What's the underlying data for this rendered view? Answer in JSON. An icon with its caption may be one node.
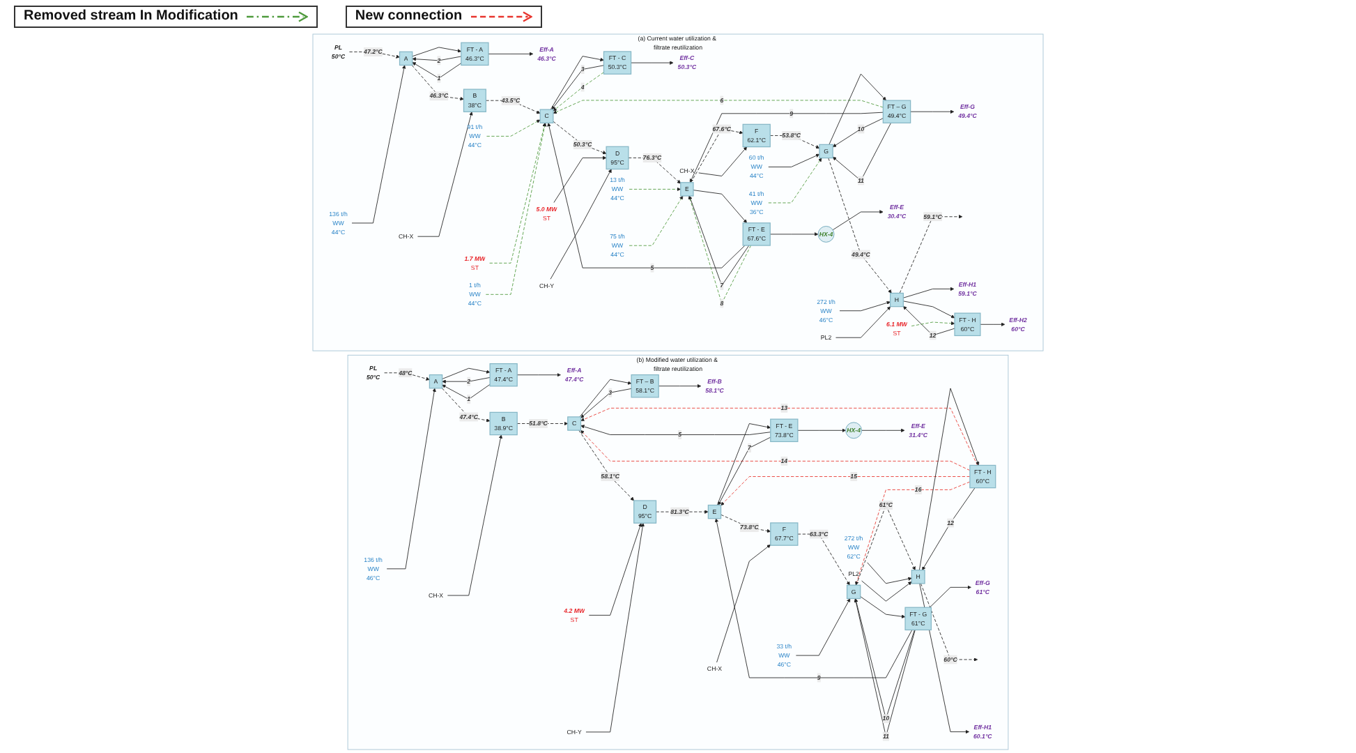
{
  "diagram": {
    "nodes": [
      {
        "text": [
          "(a) Current water utilization & filtrate reutilization"
        ]
      },
      {
        "text": [
          "PL"
        ],
        "beside": [
          "50°C"
        ],
        "in": 0
      },
      {
        "text": [
          "136 t/h",
          "WW",
          "44°C"
        ],
        "in": 0
      },
      {
        "text": [
          "A"
        ],
        "in": 0
      },
      {
        "text": [
          "FT - A",
          "46.3°C"
        ],
        "in": 0
      },
      {
        "text": [
          "Eff-A",
          "46.3°C"
        ],
        "in": 0
      },
      {
        "text": [
          "CH-X"
        ],
        "in": 0
      },
      {
        "text": [
          "B",
          "38°C"
        ],
        "in": 0
      },
      {
        "text": [
          "91 t/h",
          "WW",
          "44°C"
        ],
        "in": 0
      },
      {
        "text": [
          "1.7 MW",
          "ST"
        ],
        "in": 0
      },
      {
        "text": [
          "1 t/h",
          "WW",
          "44°C"
        ],
        "in": 0
      },
      {
        "text": [
          "C"
        ],
        "in": 0
      },
      {
        "text": [
          "FT - C",
          "50.3°C"
        ],
        "in": 0
      },
      {
        "text": [
          "Eff-C",
          "50.3°C"
        ],
        "in": 0
      },
      {
        "text": [
          "5.0 MW",
          "ST"
        ],
        "in": 0
      },
      {
        "text": [
          "CH-Y"
        ],
        "in": 0
      },
      {
        "text": [
          "D",
          "95°C"
        ],
        "in": 0
      },
      {
        "text": [
          "13 t/h",
          "WW",
          "44°C"
        ],
        "in": 0
      },
      {
        "text": [
          "75 t/h",
          "WW",
          "44°C"
        ],
        "in": 0
      },
      {
        "text": [
          "E"
        ],
        "in": 0
      },
      {
        "text": [
          "FT - E",
          "67.6°C"
        ],
        "in": 0
      },
      {
        "text": [
          "HX-4"
        ],
        "in": 0
      },
      {
        "text": [
          "Eff-E",
          "30.4°C"
        ],
        "in": 0
      },
      {
        "text": [
          "CH-X"
        ],
        "in": 0
      },
      {
        "text": [
          "F",
          "62.1°C"
        ],
        "in": 0
      },
      {
        "text": [
          "60 t/h",
          "WW",
          "44°C"
        ],
        "in": 0
      },
      {
        "text": [
          "41 t/h",
          "WW",
          "36°C"
        ],
        "in": 0
      },
      {
        "text": [
          "G"
        ],
        "in": 0
      },
      {
        "text": [
          "FT – G",
          "49.4°C"
        ],
        "in": 0
      },
      {
        "text": [
          "Eff-G",
          "49.4°C"
        ],
        "in": 0
      },
      {
        "text": [
          "272 t/h",
          "WW",
          "46°C"
        ],
        "in": 0
      },
      {
        "text": [
          "PL2"
        ],
        "in": 0
      },
      {
        "text": [
          "H"
        ],
        "in": 0
      },
      {
        "text": [
          "Eff-H1",
          "59.1°C"
        ],
        "in": 0
      },
      {
        "text": [
          "6.1 MW",
          "ST"
        ],
        "in": 0
      },
      {
        "text": [
          "FT - H",
          "60°C"
        ],
        "in": 0
      },
      {
        "text": [
          "Eff-H2",
          "60°C"
        ],
        "in": 0
      },
      {
        "text": [
          "(b) Modified water utilization & filtrate reutilization"
        ]
      },
      {
        "text": [
          "PL"
        ],
        "beside": [
          "50°C"
        ],
        "in": 37
      },
      {
        "text": [
          "136 t/h",
          "WW",
          "46°C"
        ],
        "in": 37
      },
      {
        "text": [
          "A"
        ],
        "in": 37
      },
      {
        "text": [
          "FT - A",
          "47.4°C"
        ],
        "in": 37
      },
      {
        "text": [
          "Eff-A",
          "47.4°C"
        ],
        "in": 37
      },
      {
        "text": [
          "CH-X"
        ],
        "in": 37
      },
      {
        "text": [
          "B",
          "38.9°C"
        ],
        "in": 37
      },
      {
        "text": [
          "C"
        ],
        "in": 37
      },
      {
        "text": [
          "FT – B",
          "58.1°C"
        ],
        "in": 37
      },
      {
        "text": [
          "Eff-B",
          "58.1°C"
        ],
        "in": 37
      },
      {
        "text": [
          "4.2 MW",
          "ST"
        ],
        "in": 37
      },
      {
        "text": [
          "CH-Y"
        ],
        "in": 37
      },
      {
        "text": [
          "D",
          "95°C"
        ],
        "in": 37
      },
      {
        "text": [
          "E"
        ],
        "in": 37
      },
      {
        "text": [
          "FT - E",
          "73.8°C"
        ],
        "in": 37
      },
      {
        "text": [
          "HX-4"
        ],
        "in": 37
      },
      {
        "text": [
          "Eff-E",
          "31.4°C"
        ],
        "in": 37
      },
      {
        "text": [
          "CH-X"
        ],
        "in": 37
      },
      {
        "text": [
          "F",
          "67.7°C"
        ],
        "in": 37
      },
      {
        "text": [
          "33 t/h",
          "WW",
          "46°C"
        ],
        "in": 37
      },
      {
        "text": [
          "G"
        ],
        "in": 37
      },
      {
        "text": [
          "FT - G",
          "61°C"
        ],
        "in": 37
      },
      {
        "text": [
          "Eff-G",
          "61°C"
        ],
        "in": 37
      },
      {
        "text": [
          "272 t/h",
          "WW",
          "62°C"
        ],
        "in": 37
      },
      {
        "text": [
          "PL2"
        ],
        "in": 37
      },
      {
        "text": [
          "H"
        ],
        "in": 37
      },
      {
        "text": [
          "Eff-H1",
          "60.1°C"
        ],
        "in": 37
      },
      {
        "text": [
          "FT - H",
          "60°C"
        ],
        "in": 37
      }
    ],
    "edges": [
      {
        "from": 1,
        "to": 3,
        "arrow": "to",
        "label": "47.2°C",
        "style": "dashed"
      },
      {
        "from": 2,
        "to": 3,
        "arrow": "to"
      },
      {
        "from": 3,
        "to": 4,
        "arrow": "to"
      },
      {
        "from": 4,
        "to": 3,
        "arrow": "to",
        "label": "2"
      },
      {
        "from": 4,
        "to": 3,
        "arrow": "to",
        "label": "1"
      },
      {
        "from": 4,
        "to": 5,
        "arrow": "to"
      },
      {
        "from": 3,
        "to": 7,
        "arrow": "to",
        "label": "46.3°C",
        "style": "dashed"
      },
      {
        "from": 6,
        "to": 7,
        "arrow": "to"
      },
      {
        "from": 7,
        "to": 11,
        "arrow": "to",
        "label": "43.5°C",
        "style": "dashed"
      },
      {
        "from": 8,
        "to": 11,
        "arrow": "to",
        "style": "dashed",
        "color": "#4e9a3c"
      },
      {
        "from": 9,
        "to": 11,
        "arrow": "to",
        "style": "dashed",
        "color": "#4e9a3c"
      },
      {
        "from": 10,
        "to": 11,
        "arrow": "to",
        "style": "dashed",
        "color": "#4e9a3c"
      },
      {
        "from": 11,
        "to": 12,
        "arrow": "to"
      },
      {
        "from": 12,
        "to": 11,
        "arrow": "to",
        "label": "3"
      },
      {
        "from": 12,
        "to": 11,
        "arrow": "to",
        "label": "4",
        "style": "dashed",
        "color": "#4e9a3c"
      },
      {
        "from": 12,
        "to": 13,
        "arrow": "to"
      },
      {
        "from": 28,
        "to": 11,
        "arrow": "to",
        "label": "6",
        "style": "dashed",
        "color": "#4e9a3c"
      },
      {
        "from": 11,
        "to": 16,
        "arrow": "to",
        "label": "50.3°C",
        "style": "dashed"
      },
      {
        "from": 14,
        "to": 16,
        "arrow": "to"
      },
      {
        "from": 15,
        "to": 16,
        "arrow": "to"
      },
      {
        "from": 20,
        "to": 11,
        "arrow": "to",
        "label": "5"
      },
      {
        "from": 16,
        "to": 19,
        "arrow": "to",
        "label": "76.3°C",
        "style": "dashed"
      },
      {
        "from": 17,
        "to": 19,
        "arrow": "to",
        "style": "dashed",
        "color": "#4e9a3c"
      },
      {
        "from": 18,
        "to": 19,
        "arrow": "to",
        "style": "dashed",
        "color": "#4e9a3c"
      },
      {
        "from": 20,
        "to": 19,
        "arrow": "to",
        "label": "7"
      },
      {
        "from": 20,
        "to": 19,
        "arrow": "to",
        "label": "8",
        "style": "dashed",
        "color": "#4e9a3c"
      },
      {
        "from": 28,
        "to": 19,
        "arrow": "to",
        "label": "9"
      },
      {
        "from": 19,
        "to": 20,
        "arrow": "to"
      },
      {
        "from": 20,
        "to": 21,
        "arrow": "to"
      },
      {
        "from": 21,
        "to": 22,
        "arrow": "to"
      },
      {
        "from": 19,
        "to": 24,
        "arrow": "to",
        "label": "67.6°C",
        "style": "dashed"
      },
      {
        "from": 23,
        "to": 24,
        "arrow": "to"
      },
      {
        "from": 24,
        "to": 27,
        "arrow": "to",
        "label": "53.8°C",
        "style": "dashed"
      },
      {
        "from": 28,
        "to": 27,
        "arrow": "to",
        "label": "10"
      },
      {
        "from": 28,
        "to": 27,
        "arrow": "to",
        "label": "11"
      },
      {
        "from": 27,
        "to": 28,
        "arrow": "to"
      },
      {
        "from": 25,
        "to": 27,
        "arrow": "to"
      },
      {
        "from": 26,
        "to": 27,
        "arrow": "to",
        "style": "dashed",
        "color": "#4e9a3c"
      },
      {
        "from": 28,
        "to": 29,
        "arrow": "to"
      },
      {
        "from": 27,
        "to": 32,
        "arrow": "to",
        "label": "49.4°C",
        "style": "dashed"
      },
      {
        "from": 30,
        "to": 32,
        "arrow": "to"
      },
      {
        "from": 31,
        "to": 32,
        "arrow": "to"
      },
      {
        "from": 32,
        "to": null,
        "arrow": "to",
        "label": "59.1°C",
        "style": "dashed"
      },
      {
        "from": 32,
        "to": 33,
        "arrow": "to"
      },
      {
        "from": 32,
        "to": 35,
        "arrow": "to"
      },
      {
        "from": 35,
        "to": 32,
        "arrow": "to",
        "label": "12"
      },
      {
        "from": 34,
        "to": 35,
        "arrow": "to",
        "style": "dashed",
        "color": "#4e9a3c"
      },
      {
        "from": 35,
        "to": 36,
        "arrow": "to"
      },
      {
        "from": 38,
        "to": 40,
        "arrow": "to",
        "label": "48°C",
        "style": "dashed"
      },
      {
        "from": 39,
        "to": 40,
        "arrow": "to"
      },
      {
        "from": 40,
        "to": 41,
        "arrow": "to"
      },
      {
        "from": 41,
        "to": 40,
        "arrow": "to",
        "label": "2"
      },
      {
        "from": 41,
        "to": 40,
        "arrow": "to",
        "label": "1"
      },
      {
        "from": 41,
        "to": 42,
        "arrow": "to"
      },
      {
        "from": 40,
        "to": 44,
        "arrow": "to",
        "label": "47.4°C",
        "style": "dashed"
      },
      {
        "from": 43,
        "to": 44,
        "arrow": "to"
      },
      {
        "from": 44,
        "to": 45,
        "arrow": "to",
        "label": "51.8°C",
        "style": "dashed"
      },
      {
        "from": 45,
        "to": 46,
        "arrow": "to"
      },
      {
        "from": 46,
        "to": 45,
        "arrow": "to",
        "label": "3"
      },
      {
        "from": 46,
        "to": 47,
        "arrow": "to"
      },
      {
        "from": 65,
        "to": 45,
        "arrow": "to",
        "label": "13",
        "style": "dashed",
        "color": "#e8352e"
      },
      {
        "from": 65,
        "to": 45,
        "arrow": "to",
        "label": "14",
        "style": "dashed",
        "color": "#e8352e"
      },
      {
        "from": 45,
        "to": 50,
        "arrow": "to",
        "label": "58.1°C",
        "style": "dashed"
      },
      {
        "from": 48,
        "to": 50,
        "arrow": "to"
      },
      {
        "from": 49,
        "to": 50,
        "arrow": "to"
      },
      {
        "from": 52,
        "to": 45,
        "arrow": "to",
        "label": "5"
      },
      {
        "from": 50,
        "to": 51,
        "arrow": "to",
        "label": "81.3°C",
        "style": "dashed"
      },
      {
        "from": 52,
        "to": 51,
        "arrow": "to",
        "label": "7"
      },
      {
        "from": 65,
        "to": 51,
        "arrow": "to",
        "label": "15",
        "style": "dashed",
        "color": "#e8352e"
      },
      {
        "from": 59,
        "to": 51,
        "arrow": "to",
        "label": "9"
      },
      {
        "from": 51,
        "to": 52,
        "arrow": "to"
      },
      {
        "from": 52,
        "to": 53,
        "arrow": "to"
      },
      {
        "from": 53,
        "to": 54,
        "arrow": "to"
      },
      {
        "from": 51,
        "to": 56,
        "arrow": "to",
        "label": "73.8°C",
        "style": "dashed"
      },
      {
        "from": 55,
        "to": 56,
        "arrow": "to"
      },
      {
        "from": 56,
        "to": 58,
        "arrow": "to",
        "label": "63.3°C",
        "style": "dashed"
      },
      {
        "from": 59,
        "to": 58,
        "arrow": "to",
        "label": "10"
      },
      {
        "from": 59,
        "to": 58,
        "arrow": "to",
        "label": "11"
      },
      {
        "from": 58,
        "to": 59,
        "arrow": "to"
      },
      {
        "from": 57,
        "to": 58,
        "arrow": "to"
      },
      {
        "from": 65,
        "to": 58,
        "arrow": "to",
        "label": "16",
        "style": "dashed",
        "color": "#e8352e"
      },
      {
        "from": 59,
        "to": 60,
        "arrow": "to"
      },
      {
        "from": 58,
        "to": 63,
        "arrow": "to",
        "label": "61°C",
        "style": "dashed"
      },
      {
        "from": 61,
        "to": 63,
        "arrow": "to"
      },
      {
        "from": 62,
        "to": 63,
        "arrow": "to"
      },
      {
        "from": 63,
        "to": null,
        "arrow": "to",
        "label": "60°C",
        "style": "dashed"
      },
      {
        "from": 63,
        "to": 64,
        "arrow": "to"
      },
      {
        "from": 63,
        "to": 65,
        "arrow": "to"
      },
      {
        "from": 65,
        "to": 63,
        "arrow": "to",
        "label": "12"
      }
    ],
    "legend": [
      {
        "text": "Removed stream In Modification"
      },
      {
        "text": "New connection"
      }
    ]
  }
}
